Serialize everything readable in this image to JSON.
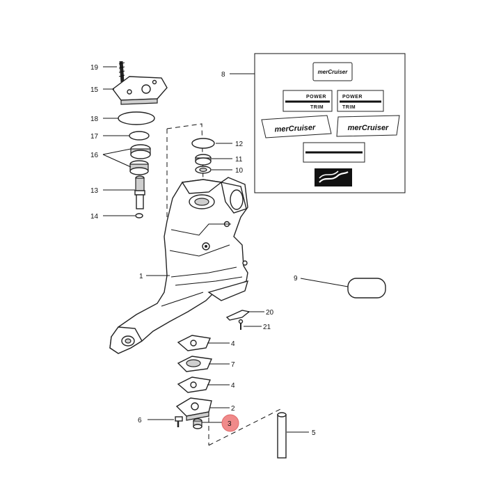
{
  "callouts": {
    "c1": "1",
    "c2": "2",
    "c3": "3",
    "c4a": "4",
    "c4b": "4",
    "c5": "5",
    "c6": "6",
    "c7": "7",
    "c8": "8",
    "c9": "9",
    "c10": "10",
    "c11": "11",
    "c12": "12",
    "c13": "13",
    "c14": "14",
    "c15": "15",
    "c16": "16",
    "c17": "17",
    "c18": "18",
    "c19": "19",
    "c20": "20",
    "c21": "21"
  },
  "decals": {
    "power_left": "POWER",
    "trim_left": "TRIM",
    "power_right": "POWER",
    "trim_right": "TRIM",
    "logo_left": "merCruiser",
    "logo_right": "merCruiser",
    "logo_top": "merCruiser"
  },
  "highlight": {
    "color": "#f08a8a",
    "callout": "3"
  },
  "colors": {
    "line": "#111111",
    "shade": "#cfcfcf",
    "background": "#ffffff"
  }
}
